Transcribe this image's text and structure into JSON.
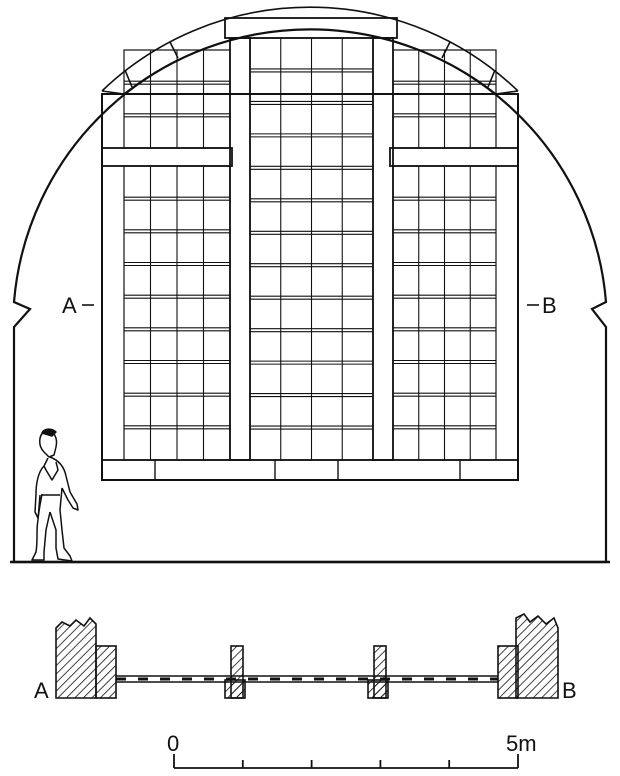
{
  "elevation": {
    "marker_left": "A",
    "marker_right": "B"
  },
  "plan": {
    "label_left": "A",
    "label_right": "B"
  },
  "scale_bar": {
    "start_label": "0",
    "end_label": "5m",
    "divisions": 5
  },
  "colors": {
    "ink": "#111111",
    "paper": "#ffffff"
  }
}
